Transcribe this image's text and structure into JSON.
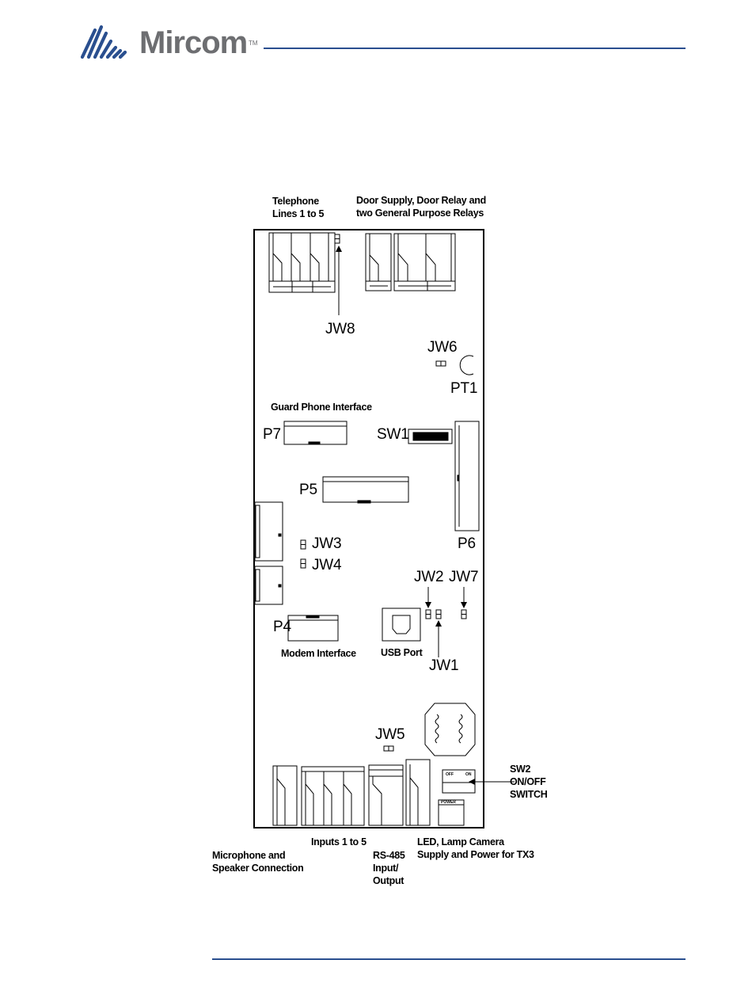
{
  "header": {
    "brand": "Mircom",
    "trademark": "TM",
    "rule_color": "#2a4f8f",
    "logo_color": "#2a4f8f",
    "brand_text_color": "#6d6e71"
  },
  "diagram": {
    "callouts": {
      "telephone": [
        "Telephone",
        "Lines 1 to 5"
      ],
      "door_supply": [
        "Door Supply, Door Relay and",
        "two General Purpose Relays"
      ],
      "guard_phone": "Guard Phone Interface",
      "modem": "Modem Interface",
      "usb": "USB Port",
      "inputs": "Inputs 1 to 5",
      "microphone": [
        "Microphone and",
        "Speaker Connection"
      ],
      "rs485": [
        "RS-485",
        "Input/",
        "Output"
      ],
      "led_lamp": [
        "LED, Lamp Camera",
        "Supply and Power for TX3"
      ],
      "sw2": [
        "SW2",
        "ON/OFF",
        "SWITCH"
      ]
    },
    "designators": {
      "jw8": "JW8",
      "jw6": "JW6",
      "pt1": "PT1",
      "p7": "P7",
      "sw1": "SW1",
      "p5": "P5",
      "p6": "P6",
      "jw3": "JW3",
      "jw4": "JW4",
      "jw2": "JW2",
      "jw7": "JW7",
      "p4": "P4",
      "jw1": "JW1",
      "jw5": "JW5"
    },
    "switch_marks": {
      "off": "OFF",
      "on": "ON",
      "power": "POWER"
    }
  }
}
